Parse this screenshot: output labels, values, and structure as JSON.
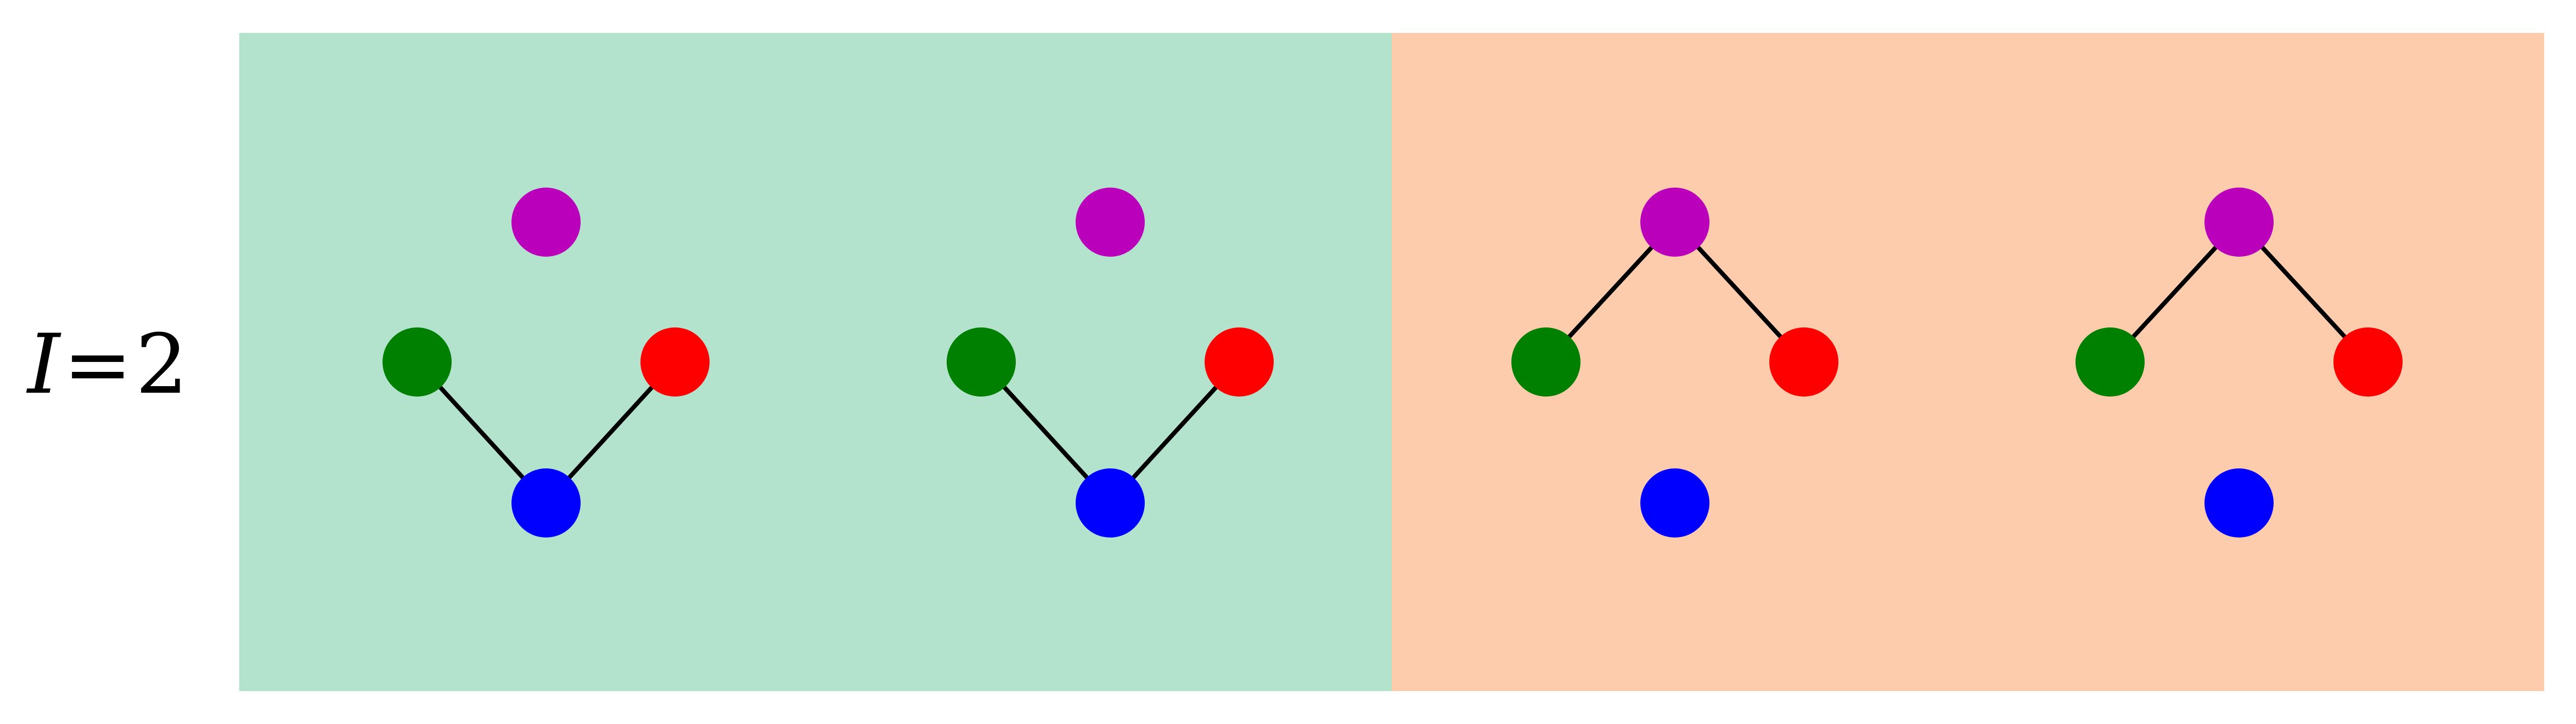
{
  "label": {
    "variable": "I",
    "equals": "=",
    "value": "2"
  },
  "colors": {
    "left_panel": "#b3e3cd",
    "right_panel": "#fdccad",
    "top_node": "#bb00bb",
    "left_node": "#008000",
    "right_node": "#ff0000",
    "bottom_node": "#0000ff",
    "edge": "#000000"
  },
  "panels": [
    {
      "name": "left",
      "graphs": [
        {
          "edges": [
            [
              "left",
              "bottom"
            ],
            [
              "right",
              "bottom"
            ]
          ]
        },
        {
          "edges": [
            [
              "left",
              "bottom"
            ],
            [
              "right",
              "bottom"
            ]
          ]
        }
      ]
    },
    {
      "name": "right",
      "graphs": [
        {
          "edges": [
            [
              "left",
              "top"
            ],
            [
              "right",
              "top"
            ]
          ]
        },
        {
          "edges": [
            [
              "left",
              "top"
            ],
            [
              "right",
              "top"
            ]
          ]
        }
      ]
    }
  ]
}
